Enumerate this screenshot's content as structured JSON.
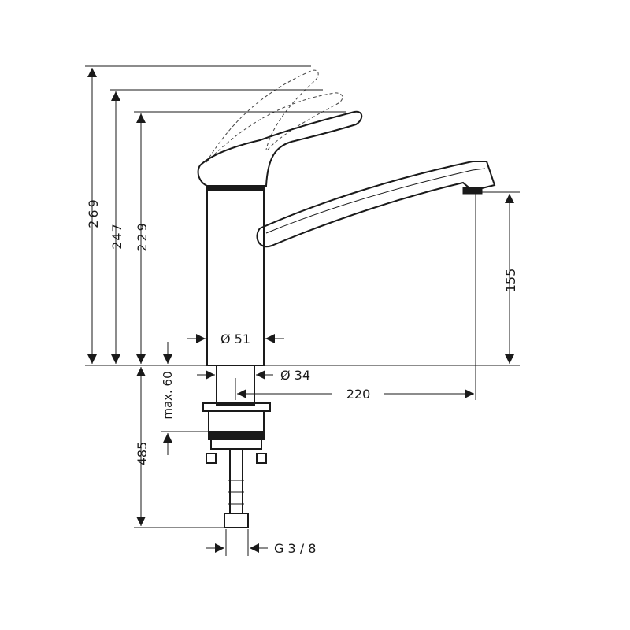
{
  "dimensions": {
    "height_max_lever": "269",
    "height_mid_lever": "247",
    "height_closed_lever": "229",
    "spout_outlet_height": "155",
    "body_diameter": "Ø 51",
    "shank_diameter": "Ø 34",
    "spout_reach": "220",
    "max_mount_thickness": "max. 60",
    "hose_length": "485",
    "connection_thread": "G 3 / 8"
  },
  "colors": {
    "line": "#1a1a1a",
    "background": "#ffffff"
  }
}
